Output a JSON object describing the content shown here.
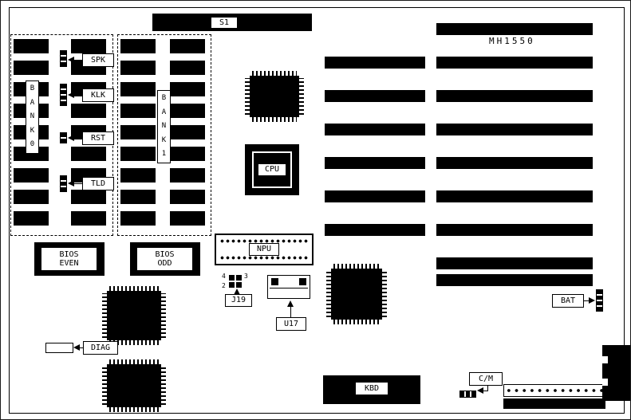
{
  "board": {
    "model": "MH1550",
    "switch": "S1"
  },
  "memory": {
    "bank0": "B\nA\nN\nK\n0",
    "bank1": "B\nA\nN\nK\n1"
  },
  "callouts": {
    "spk": "SPK",
    "klk": "KLK",
    "rst": "RST",
    "tld": "TLD",
    "diag": "DIAG",
    "cm": "C/M",
    "bat": "BAT"
  },
  "chips": {
    "bios_even": "BIOS\nEVEN",
    "bios_odd": "BIOS\nODD",
    "cpu": "CPU",
    "npu": "NPU",
    "u17": "U17",
    "kbd": "KBD"
  },
  "jumper": {
    "j19": "J19",
    "pin4": "4",
    "pin3": "3",
    "pin2": "2"
  },
  "colors": {
    "ink": "#000000",
    "background": "#ffffff"
  }
}
